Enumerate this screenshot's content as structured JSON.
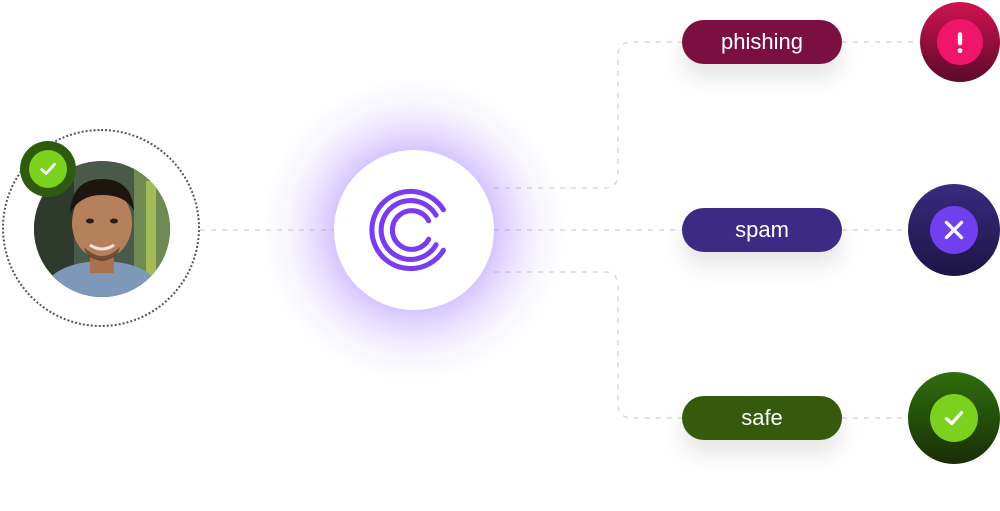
{
  "nodes": {
    "avatar": {
      "verified": true
    },
    "hub": {
      "icon": "c-logo-icon",
      "accent": "#7a3cf0"
    }
  },
  "categories": [
    {
      "label": "phishing",
      "status_icon": "exclamation-icon",
      "color": "#7b1040"
    },
    {
      "label": "spam",
      "status_icon": "x-mark-icon",
      "color": "#3d2a85"
    },
    {
      "label": "safe",
      "status_icon": "check-icon",
      "color": "#355a0c"
    }
  ]
}
